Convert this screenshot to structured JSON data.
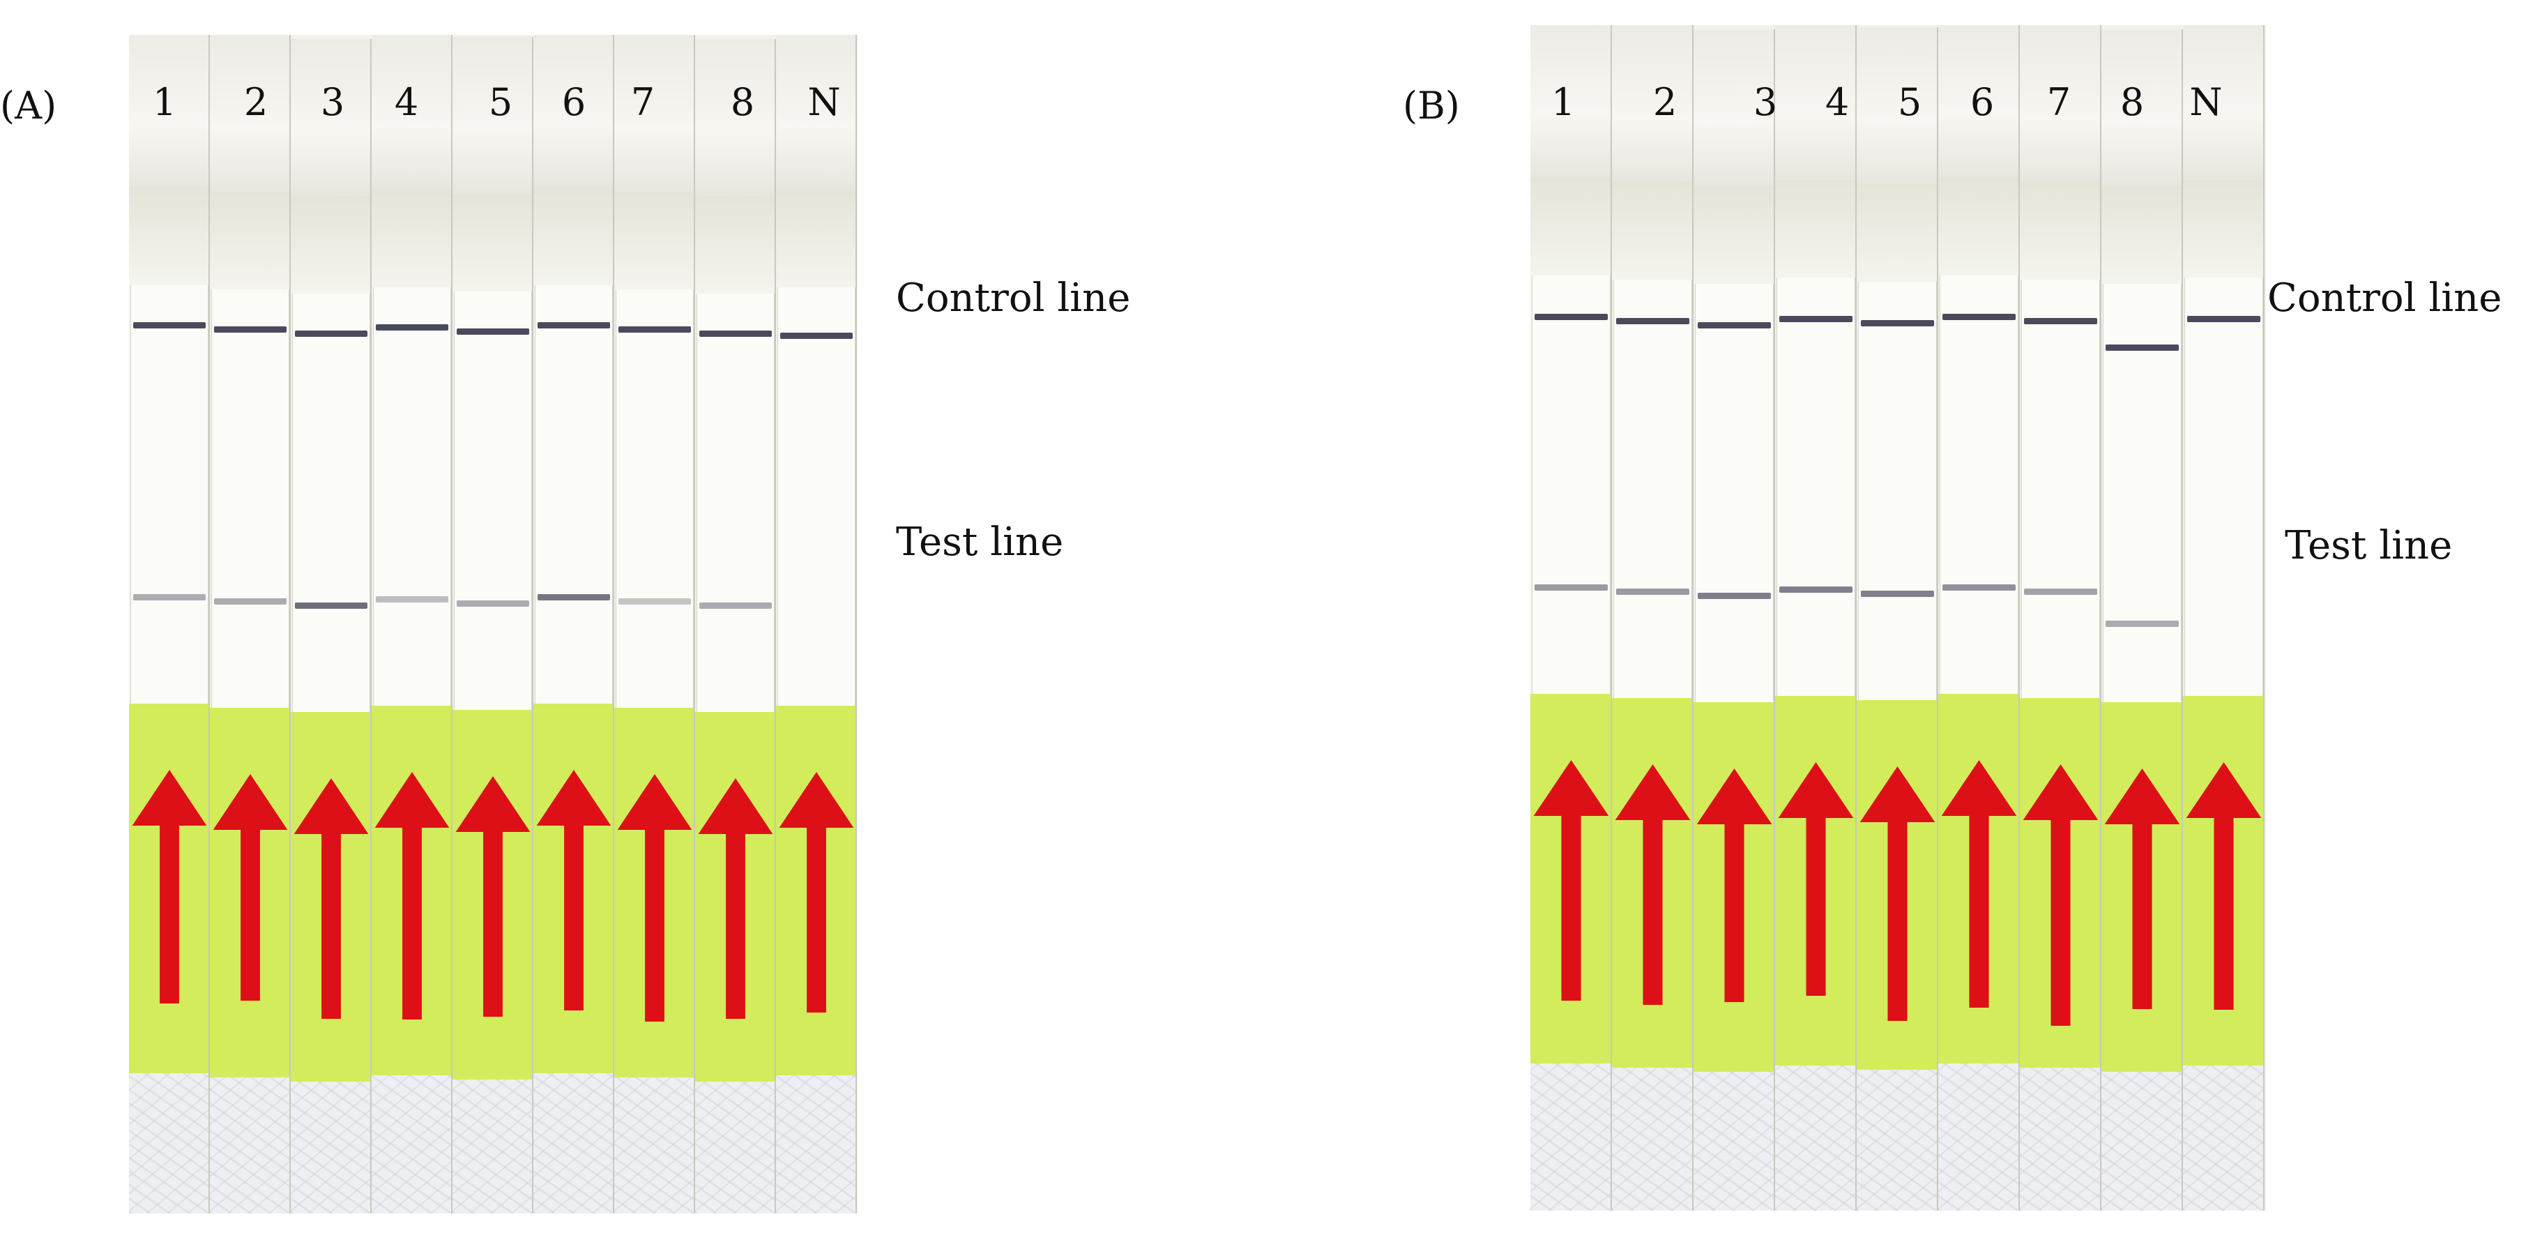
{
  "figure": {
    "panels": [
      {
        "id": "A",
        "label": "(A)",
        "strip_labels": [
          "1",
          "2",
          "3",
          "4",
          "5",
          "6",
          "7",
          "8",
          "N"
        ],
        "control_label": "Control line",
        "test_label": "Test line",
        "test_line_strength": [
          0.45,
          0.45,
          0.8,
          0.35,
          0.45,
          0.75,
          0.3,
          0.45,
          0.0
        ]
      },
      {
        "id": "B",
        "label": "(B)",
        "strip_labels": [
          "1",
          "2",
          "3",
          "4",
          "5",
          "6",
          "7",
          "8",
          "N"
        ],
        "control_label": "Control line",
        "test_label": "Test line",
        "test_line_strength": [
          0.55,
          0.55,
          0.7,
          0.7,
          0.7,
          0.6,
          0.5,
          0.45,
          0.0
        ]
      }
    ]
  },
  "colors": {
    "sample_pad": "#d2ec5c",
    "arrow": "#dd1017",
    "band": "#4a4a5c"
  }
}
